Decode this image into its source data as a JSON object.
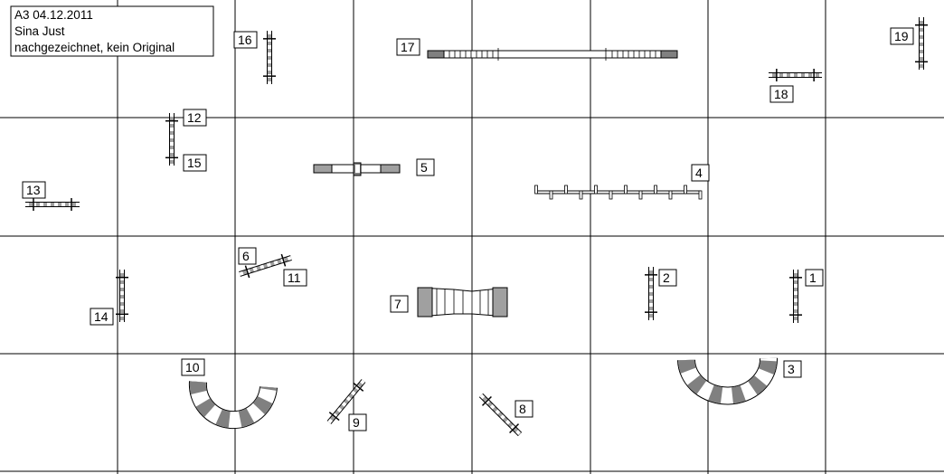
{
  "info_box": {
    "line1": "A3 04.12.2011",
    "line2": "Sina Just",
    "line3": "nachgezeichnet, kein Original"
  },
  "obstacle_numbers": {
    "n1": "1",
    "n2": "2",
    "n3": "3",
    "n4": "4",
    "n5": "5",
    "n6": "6",
    "n7": "7",
    "n8": "8",
    "n9": "9",
    "n10": "10",
    "n11": "11",
    "n12": "12",
    "n13": "13",
    "n14": "14",
    "n15": "15",
    "n16": "16",
    "n17": "17",
    "n18": "18",
    "n19": "19"
  },
  "colors": {
    "grid": "#000000",
    "obstacle_grey": "#a0a0a0",
    "obstacle_dark": "#808080"
  }
}
